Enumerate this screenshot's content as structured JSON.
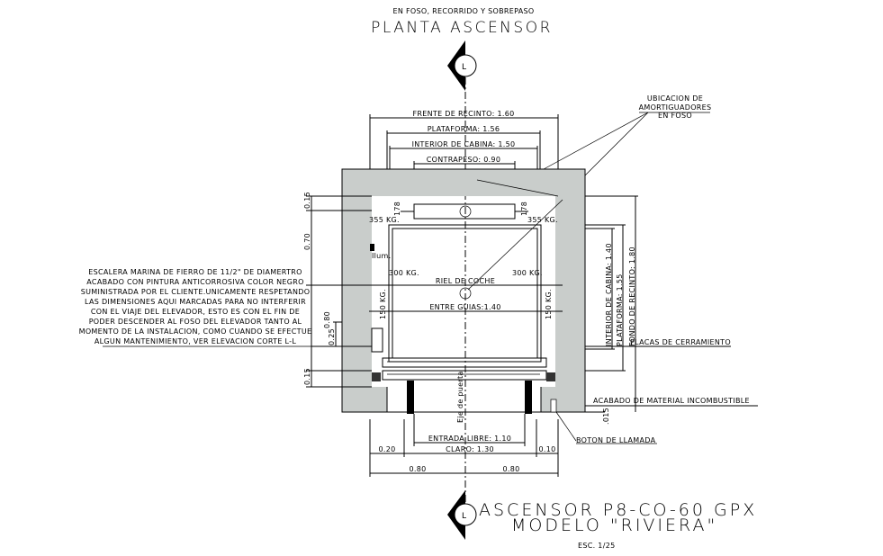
{
  "header": {
    "subtitle": "EN FOSO, RECORRIDO Y SOBREPASO",
    "title": "PLANTA ASCENSOR",
    "section_mark": "L"
  },
  "top_dimensions": {
    "frente_recinto": "FRENTE DE RECINTO: 1.60",
    "plataforma": "PLATAFORMA: 1.56",
    "interior_cabina": "INTERIOR DE CABINA: 1.50",
    "contrapeso": "CONTRAPESO: 0.90"
  },
  "callouts": {
    "amortiguadores_line1": "UBICACION DE",
    "amortiguadores_line2": "AMORTIGUADORES",
    "amortiguadores_line3": "EN FOSO",
    "placas": "PLACAS DE CERRAMIENTO",
    "acabado": "ACABADO DE MATERIAL INCOMBUSTIBLE",
    "boton": "BOTON DE LLAMADA"
  },
  "right_dimensions": {
    "interior_cabina": "INTERIOR DE CABINA: 1.40",
    "plataforma": "PLATAFORMA: 1.55",
    "fondo_recinto": "FONDO DE RECINTO: 1.80",
    "espesor": ".015"
  },
  "left_dimensions": {
    "d1": "0.15",
    "d2": "0.70",
    "d3": "0.80",
    "d4": "0.25",
    "d5": "0.15"
  },
  "inner_labels": {
    "load_top_left": "355 KG.",
    "load_top_right": "355 KG.",
    "load_mid_left": "300 KG.",
    "load_mid_right": "300 KG.",
    "load_low_left": "150 KG.",
    "load_low_right": "150 KG.",
    "vert_top_left": "178",
    "vert_top_right": "178",
    "ilum": "Ilum.",
    "riel": "RIEL DE COCHE",
    "entre_guias": "ENTRE GUIAS:1.40",
    "eje": "Eje de puerta"
  },
  "bottom_dimensions": {
    "entrada_libre": "ENTRADA LIBRE: 1.10",
    "claro": "CLARO: 1.30",
    "left_offset": "0.20",
    "right_offset": "0.10",
    "half_left": "0.80",
    "half_right": "0.80"
  },
  "note": {
    "lines": [
      "ESCALERA MARINA DE FIERRO DE 11/2\" DE DIAMERTRO",
      "ACABADO CON PINTURA ANTICORROSIVA COLOR NEGRO",
      "SUMINISTRADA POR EL CLIENTE.UNICAMENTE RESPETANDO",
      "LAS DIMENSIONES AQUI MARCADAS PARA NO INTERFERIR",
      "CON EL VIAJE DEL ELEVADOR, ESTO ES CON EL FIN DE",
      "PODER DESCENDER AL FOSO DEL ELEVADOR TANTO AL",
      "MOMENTO DE LA INSTALACION, COMO CUANDO SE EFECTUE",
      "ALGUN MANTENIMIENTO, VER ELEVACION CORTE L-L"
    ]
  },
  "footer": {
    "model_line1": "ASCENSOR P8-CO-60 GPX",
    "model_line2": "MODELO \"RIVIERA\"",
    "scale": "ESC. 1/25",
    "section_mark": "L"
  }
}
